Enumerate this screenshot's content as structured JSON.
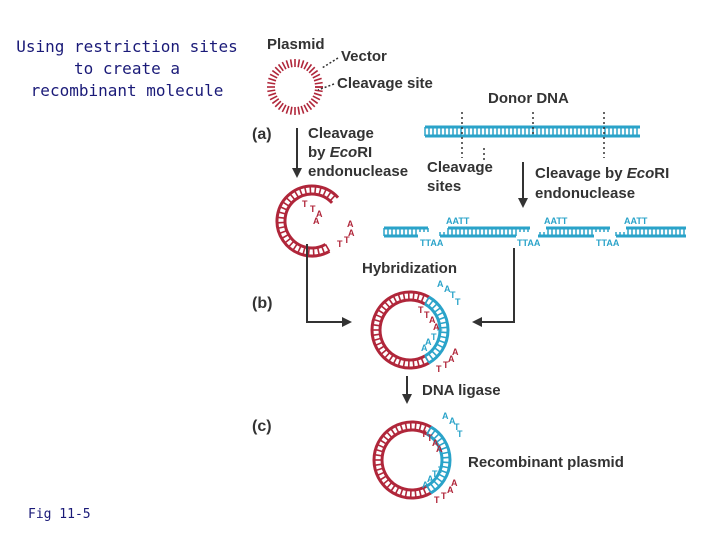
{
  "caption": {
    "line1": "Using restriction sites",
    "line2": "to create a",
    "line3": "recombinant molecule"
  },
  "figure_ref": "Fig 11-5",
  "labels": {
    "plasmid": "Plasmid",
    "vector": "Vector",
    "cleavage_site": "Cleavage site",
    "donor_dna": "Donor DNA",
    "step_a": "(a)",
    "cleavage_by_line1": "Cleavage",
    "cleavage_by_line2_prefix": "by ",
    "cleavage_by_line2_enzyme": "Eco",
    "cleavage_by_line2_suffix": "RI",
    "cleavage_by_line3": "endonuclease",
    "cleavage_sites_line1": "Cleavage",
    "cleavage_sites_line2": "sites",
    "cleavage_donor_line1_prefix": "Cleavage by ",
    "cleavage_donor_line1_enzyme": "Eco",
    "cleavage_donor_line1_suffix": "RI",
    "cleavage_donor_line2": "endonuclease",
    "hybridization": "Hybridization",
    "step_b": "(b)",
    "dna_ligase": "DNA ligase",
    "step_c": "(c)",
    "recombinant_plasmid": "Recombinant plasmid"
  },
  "sticky_ends": {
    "aatt": "AATT",
    "ttaa": "TTAA",
    "T": "T",
    "A": "A"
  },
  "colors": {
    "plasmid": "#b0263a",
    "donor": "#2aa3c9",
    "text": "#333333",
    "caption": "#1a1a78"
  }
}
